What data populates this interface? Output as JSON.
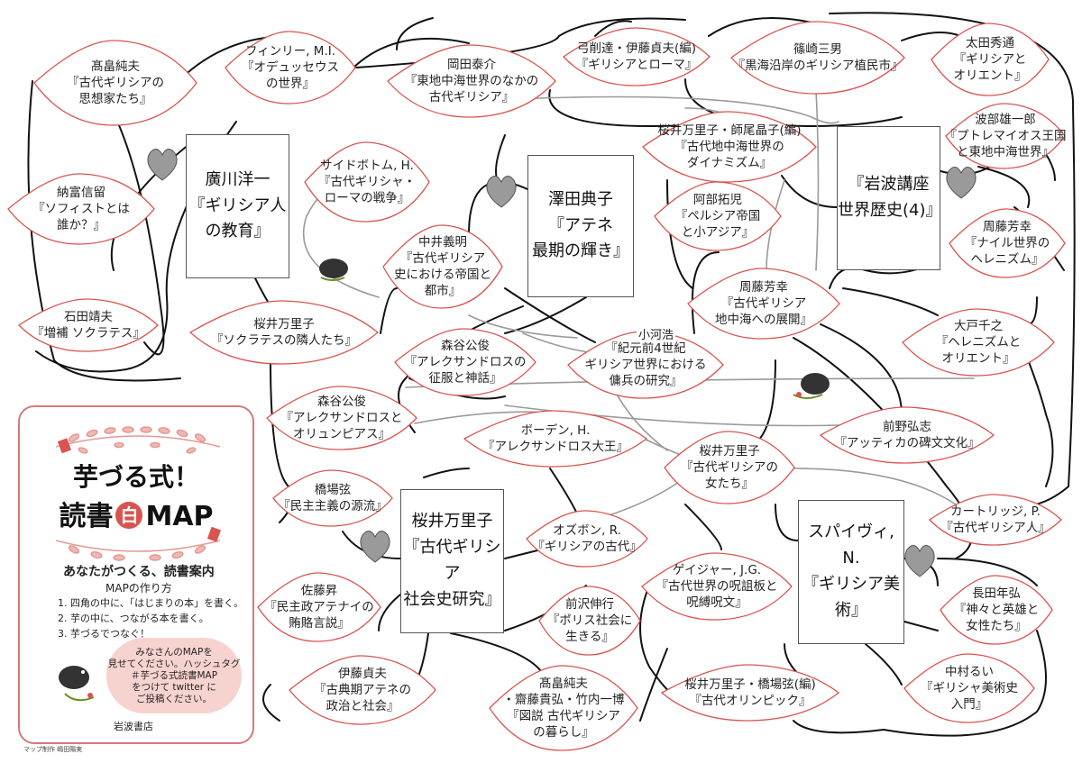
{
  "hubs": [
    {
      "id": "hirokawa",
      "text": "廣川洋一\n『ギリシア人\nの教育』"
    },
    {
      "id": "sawada",
      "text": "澤田典子\n『アテネ\n最期の輝き』"
    },
    {
      "id": "iwanami",
      "text": "『岩波講座\n世界歴史(4)』"
    },
    {
      "id": "sakurai_shakai",
      "text": "桜井万里子\n『古代ギリシア\n社会史研究』"
    },
    {
      "id": "spivey",
      "text": "スパイヴィ, N.\n『ギリシア美術』"
    }
  ],
  "books": [
    {
      "id": "takahata1",
      "text": "髙畠純夫\n『古代ギリシアの\n思想家たち』"
    },
    {
      "id": "finley",
      "text": "フィンリー, M.I.\n『オデュッセウス\nの世界』"
    },
    {
      "id": "okada",
      "text": "岡田泰介\n『東地中海世界のなかの\n古代ギリシア』"
    },
    {
      "id": "yugeito",
      "text": "弓削達・伊藤貞夫(編)\n『ギリシアとローマ』"
    },
    {
      "id": "shinozaki",
      "text": "篠崎三男\n『黒海沿岸のギリシア植民市』"
    },
    {
      "id": "ota",
      "text": "太田秀通\n『ギリシアと\nオリエント』"
    },
    {
      "id": "nanohira",
      "text": "納富信留\n『ソフィストとは\n誰か？』"
    },
    {
      "id": "sidebottom",
      "text": "サイドボトム, H.\n『古代ギリシャ・\nローマの戦争』"
    },
    {
      "id": "sakurai_shio",
      "text": "桜井万里子・師尾晶子(編)\n『古代地中海世界の\nダイナミズム』"
    },
    {
      "id": "habe",
      "text": "波部雄一郎\n『プトレマイオス王国\nと東地中海世界』"
    },
    {
      "id": "abe",
      "text": "阿部拓児\n『ペルシア帝国\nと小アジア』"
    },
    {
      "id": "nakai",
      "text": "中井義明\n『古代ギリシア\n史における帝国と\n都市』"
    },
    {
      "id": "shuto_nile",
      "text": "周藤芳幸\n『ナイル世界の\nヘレニズム』"
    },
    {
      "id": "ishida",
      "text": "石田靖夫\n『増補 ソクラテス』"
    },
    {
      "id": "sakurai_rinjin",
      "text": "桜井万里子\n『ソクラテスの隣人たち』"
    },
    {
      "id": "shuto_chichu",
      "text": "周藤芳幸\n『古代ギリシア\n地中海への展開』"
    },
    {
      "id": "ooto",
      "text": "大戸千之\n『ヘレニズムと\nオリエント』"
    },
    {
      "id": "moriya1",
      "text": "森谷公俊\n『アレクサンドロスの\n征服と神話』"
    },
    {
      "id": "kogawa",
      "text": "『紀元前4世紀\nギリシア世界における\n傭兵の研究』"
    },
    {
      "id": "moriya2",
      "text": "森谷公俊\n『アレクサンドロスと\nオリュンピアス』"
    },
    {
      "id": "bosworth",
      "text": "ボーデン, H.\n『アレクサンドロス大王』"
    },
    {
      "id": "maeno",
      "text": "前野弘志\n『アッティカの碑文文化』"
    },
    {
      "id": "sakurai_josei",
      "text": "桜井万里子\n『古代ギリシアの\n女たち』"
    },
    {
      "id": "hashiba",
      "text": "橋場弦\n『民主主義の源流』"
    },
    {
      "id": "osborne",
      "text": "オズボン, R.\n『ギリシアの古代』"
    },
    {
      "id": "cartledge",
      "text": "カートリッジ, P.\n『古代ギリシア人』"
    },
    {
      "id": "sato",
      "text": "佐藤昇\n『民主政アテナイの\n賄賂言説』"
    },
    {
      "id": "gager",
      "text": "ゲイジャー, J.G.\n『古代世界の呪詛板と\n呪縛呪文』"
    },
    {
      "id": "nagata",
      "text": "長田年弘\n『神々と英雄と\n女性たち』"
    },
    {
      "id": "maesawa",
      "text": "前沢伸行\n『ポリス社会に\n生きる』"
    },
    {
      "id": "ito",
      "text": "伊藤貞夫\n『古典期アテネの\n政治と社会』"
    },
    {
      "id": "takahata2",
      "text": "髙畠純夫\n・齋藤貴弘・竹内一博\n『図説 古代ギリシア\nの暮らし』"
    },
    {
      "id": "sakurai_hashiba",
      "text": "桜井万里子・橋場弦(編)\n『古代オリンピック』"
    },
    {
      "id": "nakamura",
      "text": "中村るい\n『ギリシャ美術史\n入門』"
    }
  ],
  "ghost_labels": [
    {
      "id": "kogawa_author",
      "text": "小河浩"
    }
  ],
  "legend": {
    "title_line1": "芋づる式！",
    "title_line2a": "読書",
    "title_badge": "白",
    "title_line2b": "MAP",
    "subtitle": "あなたがつくる、読書案内",
    "howto_title": "MAPの作り方",
    "step1": "1. 四角の中に、「はじまりの本」を書く。",
    "step2": "2. 芋の中に、つながる本を書く。",
    "step3": "3. 芋づるでつなぐ！",
    "bubble_text": "みなさんのMAPを\n見せてください。ハッシュタグ\n＃芋づる式読書MAP\nをつけて twitter に\nご投稿ください。",
    "publisher": "岩波書店"
  },
  "credit": "マップ制作 嶋田陽実",
  "colors": {
    "leaf_stroke": "#d9534f",
    "vine_black": "#111111",
    "vine_gray": "#9a9a9a",
    "heart_gray": "#9a9a9a",
    "legend_border": "#d47a7a",
    "bubble_fill": "#f7d3cf",
    "badge_red": "#d9534f"
  }
}
